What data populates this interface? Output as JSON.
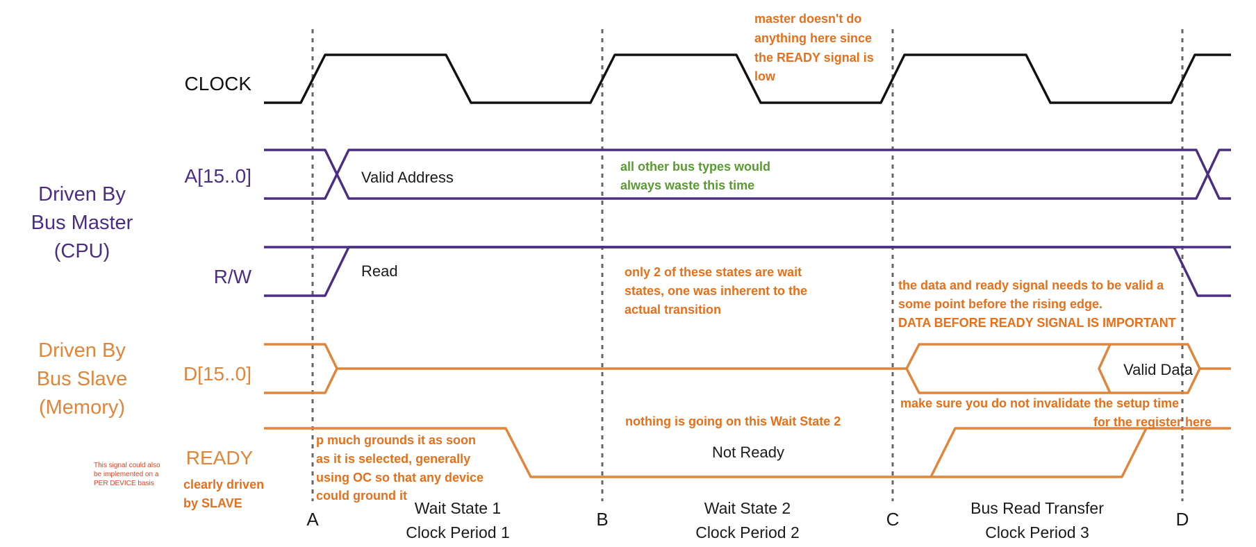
{
  "colors": {
    "clock": "#111111",
    "master": "#4b2d83",
    "slave": "#e0853a",
    "note_orange": "#e86f1a",
    "note_green": "#5a9a32",
    "note_red": "#e0401f",
    "dashed": "#666666"
  },
  "group_labels": {
    "master": [
      "Driven By",
      "Bus Master",
      "(CPU)"
    ],
    "slave": [
      "Driven By",
      "Bus Slave",
      "(Memory)"
    ]
  },
  "signals": {
    "clock": "CLOCK",
    "address": "A[15..0]",
    "rw": "R/W",
    "data": "D[15..0]",
    "ready": "READY"
  },
  "waveform_text": {
    "valid_address": "Valid Address",
    "read": "Read",
    "valid_data": "Valid Data",
    "not_ready": "Not Ready"
  },
  "markers": [
    "A",
    "B",
    "C",
    "D"
  ],
  "periods": [
    {
      "state": "Wait State 1",
      "period": "Clock Period 1"
    },
    {
      "state": "Wait State 2",
      "period": "Clock Period 2"
    },
    {
      "state": "Bus Read Transfer",
      "period": "Clock Period 3"
    }
  ],
  "annotations": {
    "master_ready": [
      "master doesn't do",
      "anything here since",
      "the READY signal is",
      "low"
    ],
    "waste_time": [
      "all other bus types would",
      "always waste this time"
    ],
    "wait_states": [
      "only 2 of these states are wait",
      "states, one was inherent to the",
      "actual transition"
    ],
    "data_ready_valid": [
      "the data and ready signal needs to be valid a",
      "some point before the rising edge."
    ],
    "data_before_ready": "DATA BEFORE READY SIGNAL IS IMPORTANT",
    "setup_time": [
      "make sure you do not invalidate the setup time",
      "for the register here"
    ],
    "nothing_going_on": "nothing is going on this Wait State 2",
    "grounds": [
      "p much grounds it as soon",
      "as it is selected, generally",
      "using OC so that any device",
      "could ground it"
    ],
    "ready_driver": [
      "clearly driven",
      "by SLAVE"
    ],
    "per_device": [
      "This signal could also",
      "be implemented on a",
      "PER DEVICE basis"
    ]
  }
}
